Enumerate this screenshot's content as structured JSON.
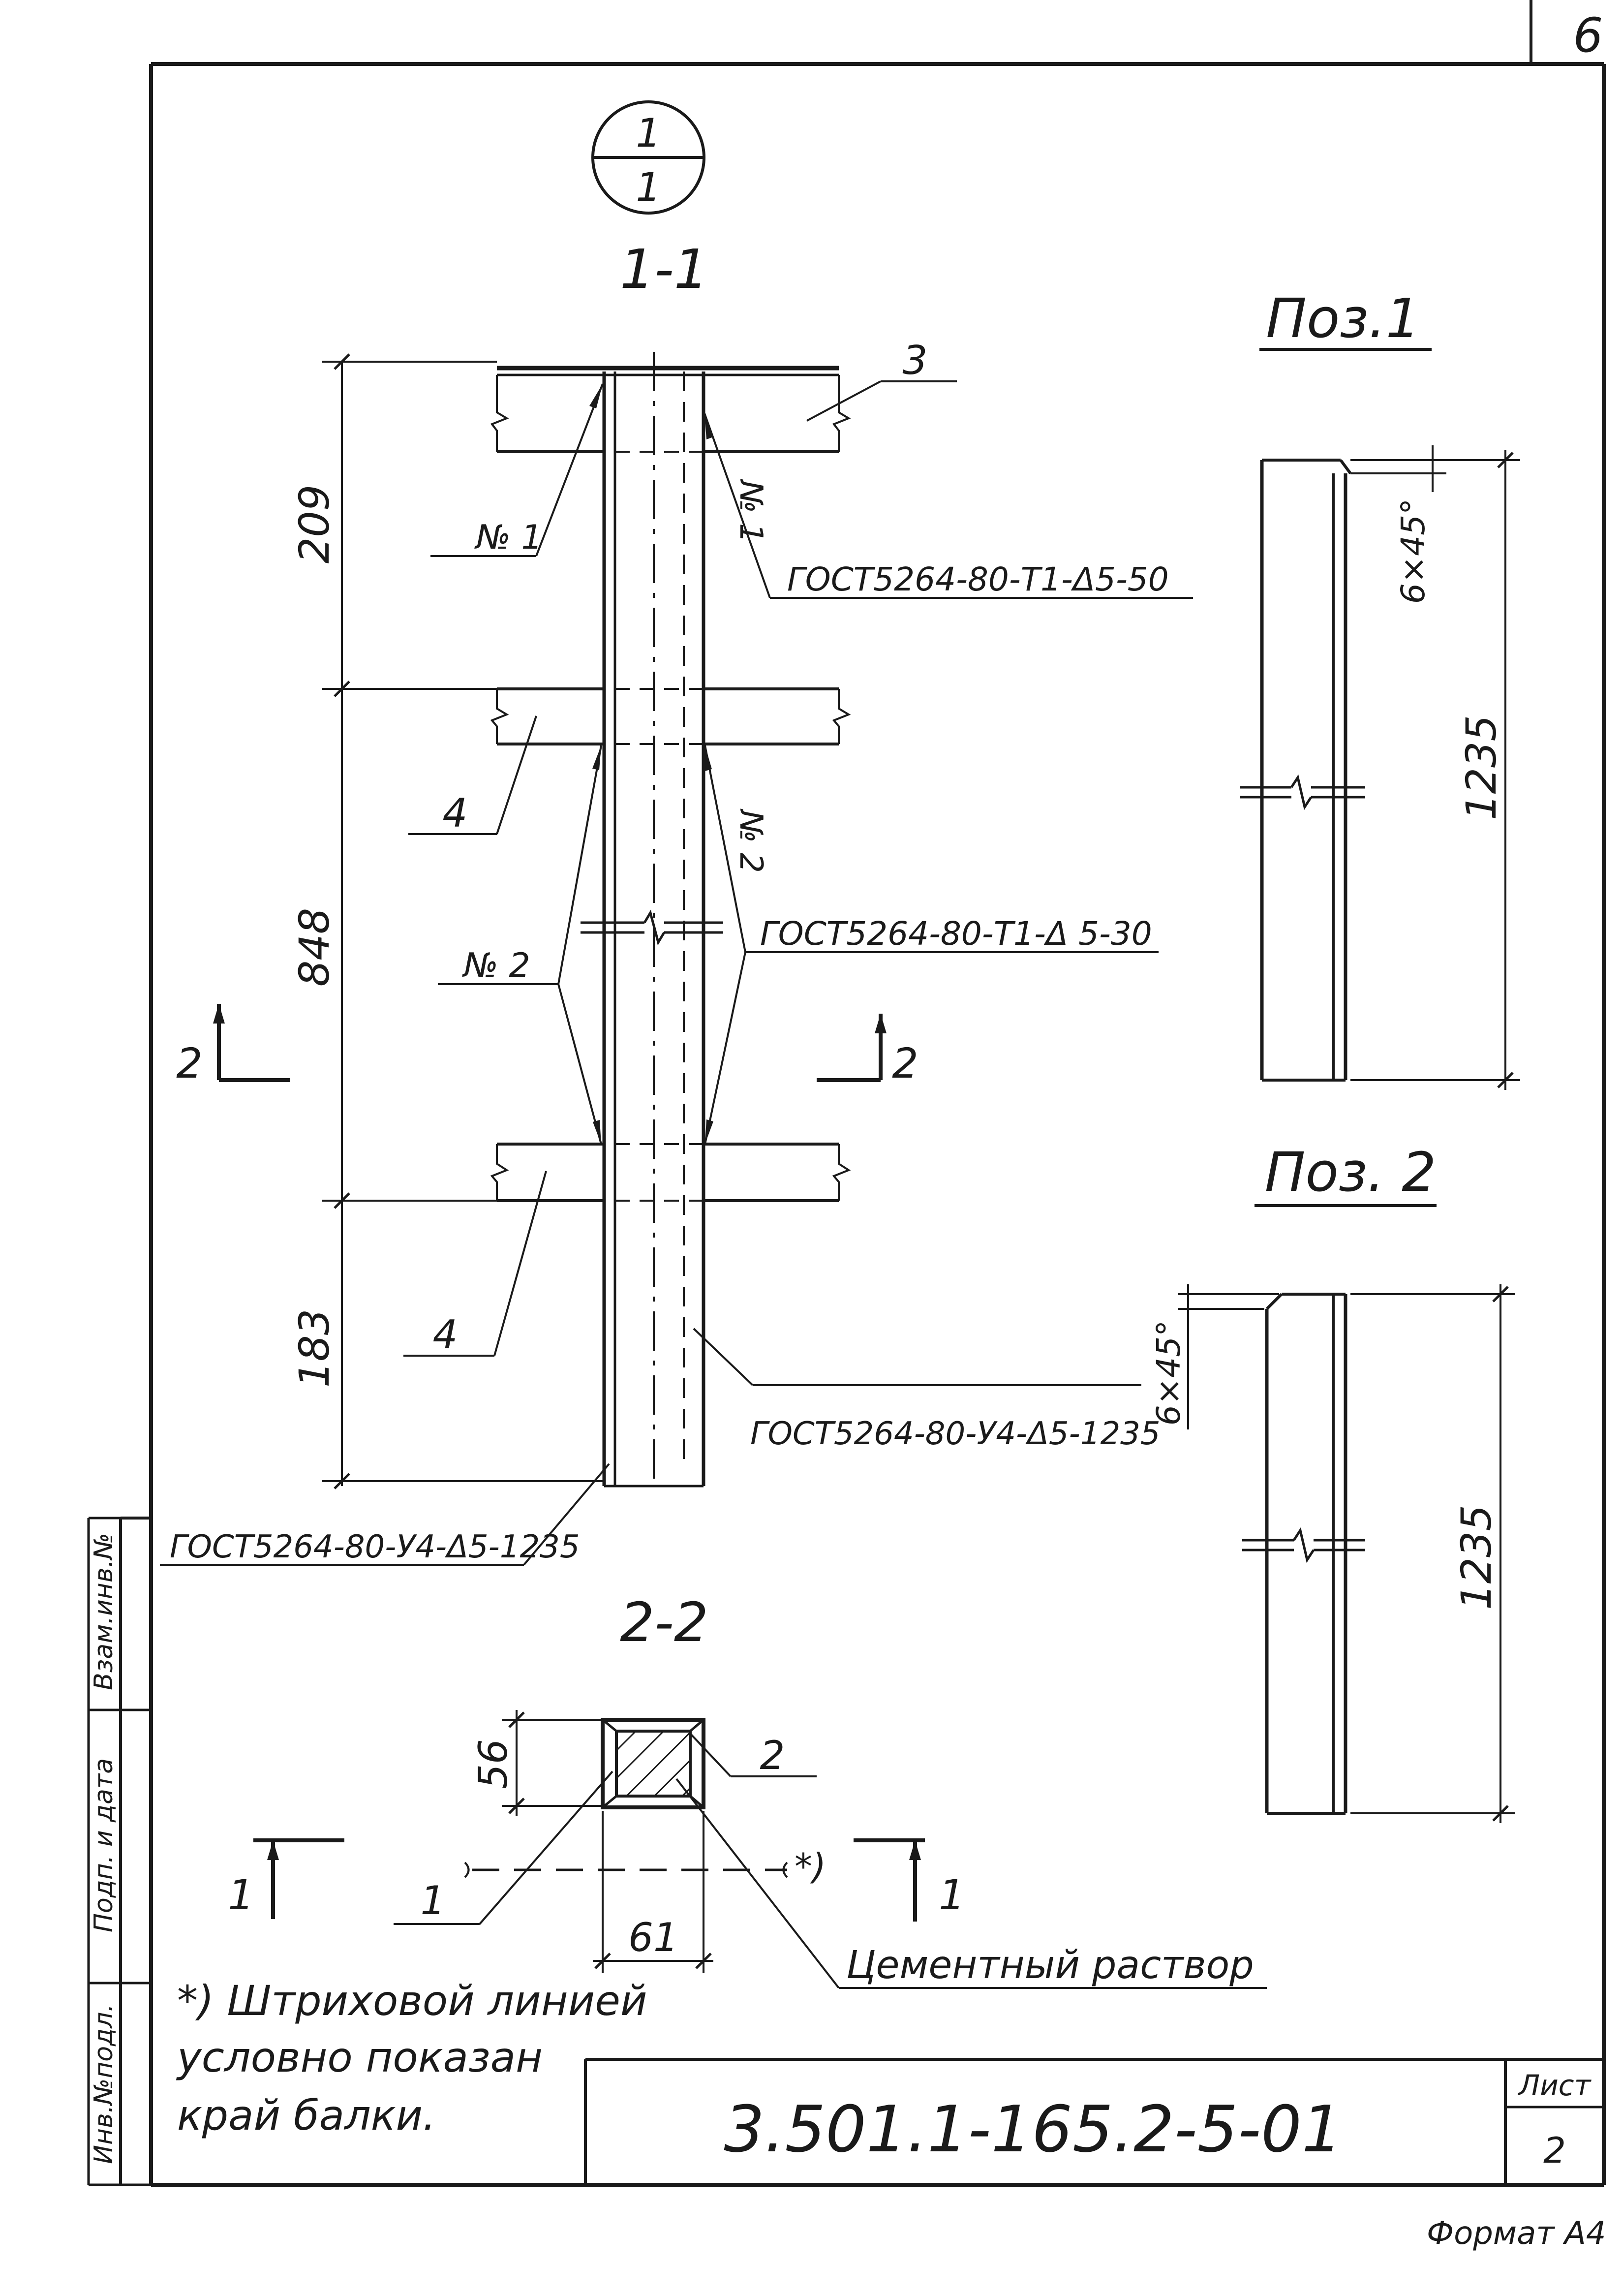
{
  "sheet": {
    "page_number": "6",
    "designation": "3.501.1-165.2-5-01",
    "sheet_label": "Лист",
    "sheet_number": "2",
    "format": "Формат А4"
  },
  "side_stamp": {
    "vzam_inv": "Взам.инв.№",
    "podp_data": "Подп. и дата",
    "inv_podl": "Инв.№подл."
  },
  "node": {
    "top": "1",
    "bottom": "1"
  },
  "section_1_1": {
    "title": "1-1",
    "dims": [
      "209",
      "848",
      "183"
    ],
    "callouts": {
      "item3": "3",
      "item4_upper": "4",
      "item4_lower": "4",
      "weld1_left": "№ 1",
      "weld1_right": "№ 1",
      "weld2_left": "№ 2",
      "weld2_right": "№ 2"
    },
    "gost": {
      "t1_50": "ГОСТ5264-80-Т1-Δ5-50",
      "t1_30": "ГОСТ5264-80-Т1-Δ 5-30",
      "u4_right": "ГОСТ5264-80-У4-Δ5-1235",
      "u4_left": "ГОСТ5264-80-У4-Δ5-1235"
    },
    "cut_marks": {
      "left": "2",
      "right": "2"
    }
  },
  "section_2_2": {
    "title": "2-2",
    "dim_height": "56",
    "dim_width": "61",
    "callout_1": "1",
    "callout_2": "2",
    "mortar": "Цементный раствор",
    "dashed_mark": "*)",
    "cut_marks": {
      "left": "1",
      "right": "1"
    }
  },
  "pos1": {
    "title": "Поз.1",
    "chamfer": "6×45°",
    "length": "1235"
  },
  "pos2": {
    "title": "Поз. 2",
    "chamfer": "6×45°",
    "length": "1235"
  },
  "note": {
    "line1": "*) Штриховой линией",
    "line2": "условно показан",
    "line3": "край балки."
  }
}
